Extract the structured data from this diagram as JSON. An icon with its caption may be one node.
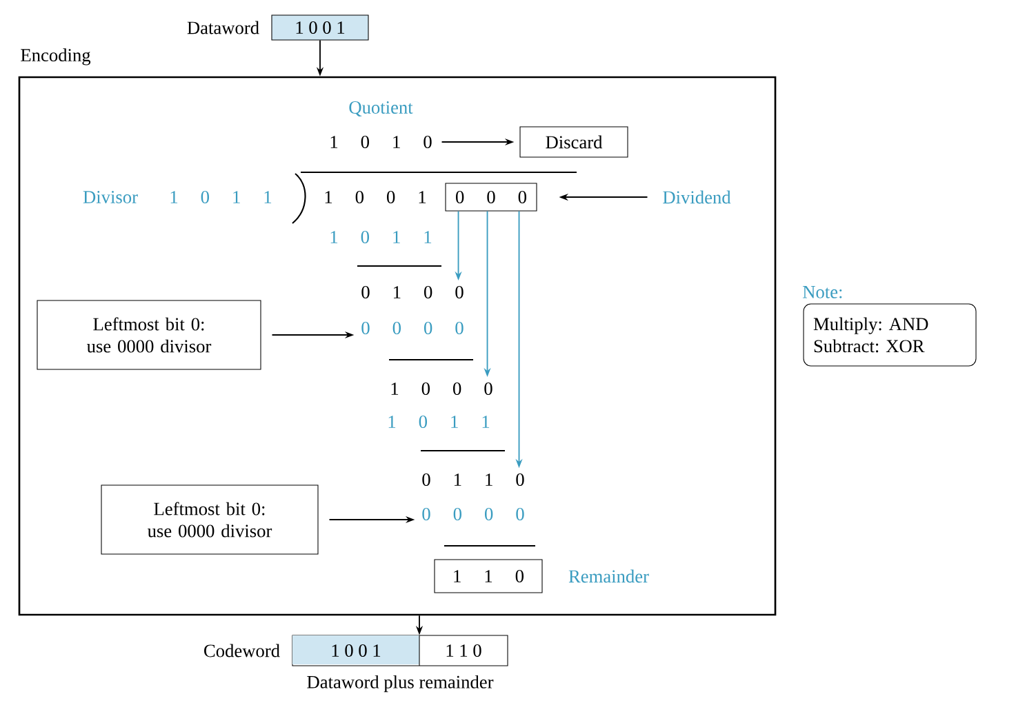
{
  "diagram": {
    "nodes": [
      {
        "text": [
          "Encoding"
        ]
      },
      {
        "text": [
          "1 0 0 1"
        ],
        "beside": [
          "Dataword"
        ]
      },
      {
        "text": [
          "1 0 0 1",
          "1 1 0"
        ],
        "beside": [
          "Codeword",
          "Dataword plus remainder"
        ]
      },
      {
        "text": [
          "1 0 1 0"
        ],
        "in": 0
      },
      {
        "text": [
          "Discard"
        ],
        "in": 0
      },
      {
        "text": [
          "0 0 0"
        ],
        "in": 0
      },
      {
        "text": [
          "Dividend"
        ],
        "in": 0
      },
      {
        "text": [
          "0 1 0 0"
        ],
        "in": 0
      },
      {
        "text": [
          "Leftmost bit 0: use 0000 divisor"
        ],
        "in": 0
      },
      {
        "text": [
          "0 0 0 0"
        ],
        "in": 0
      },
      {
        "text": [
          "1 0 0 0"
        ],
        "in": 0
      },
      {
        "text": [
          "0 1 1 0"
        ],
        "in": 0
      },
      {
        "text": [
          "Leftmost bit 0: use 0000 divisor"
        ],
        "in": 0
      },
      {
        "text": [
          "0 0 0 0"
        ],
        "in": 0
      },
      {
        "text": [
          "1 1 0"
        ],
        "beside": [
          "Remainder"
        ],
        "in": 0
      },
      {
        "text": [
          "Note:",
          "Multiply: AND Subtract: XOR"
        ]
      }
    ],
    "edges": [
      {
        "from": 1,
        "to": 0,
        "arrow": "to"
      },
      {
        "from": 0,
        "to": 2,
        "arrow": "to"
      },
      {
        "from": 3,
        "to": 4,
        "arrow": "to"
      },
      {
        "from": 6,
        "to": 5,
        "arrow": "to"
      },
      {
        "from": 5,
        "to": 7,
        "arrow": "to",
        "color": "#3a9cc0"
      },
      {
        "from": 5,
        "to": 10,
        "arrow": "to",
        "color": "#3a9cc0"
      },
      {
        "from": 5,
        "to": 11,
        "arrow": "to",
        "color": "#3a9cc0"
      },
      {
        "from": 8,
        "to": 9,
        "arrow": "to"
      },
      {
        "from": 12,
        "to": 13,
        "arrow": "to"
      }
    ],
    "labels": [
      "Quotient",
      "Divisor",
      "1 0 1 1",
      "1 0 0 1",
      "1 0 1 1",
      "1 0 1 1"
    ]
  }
}
